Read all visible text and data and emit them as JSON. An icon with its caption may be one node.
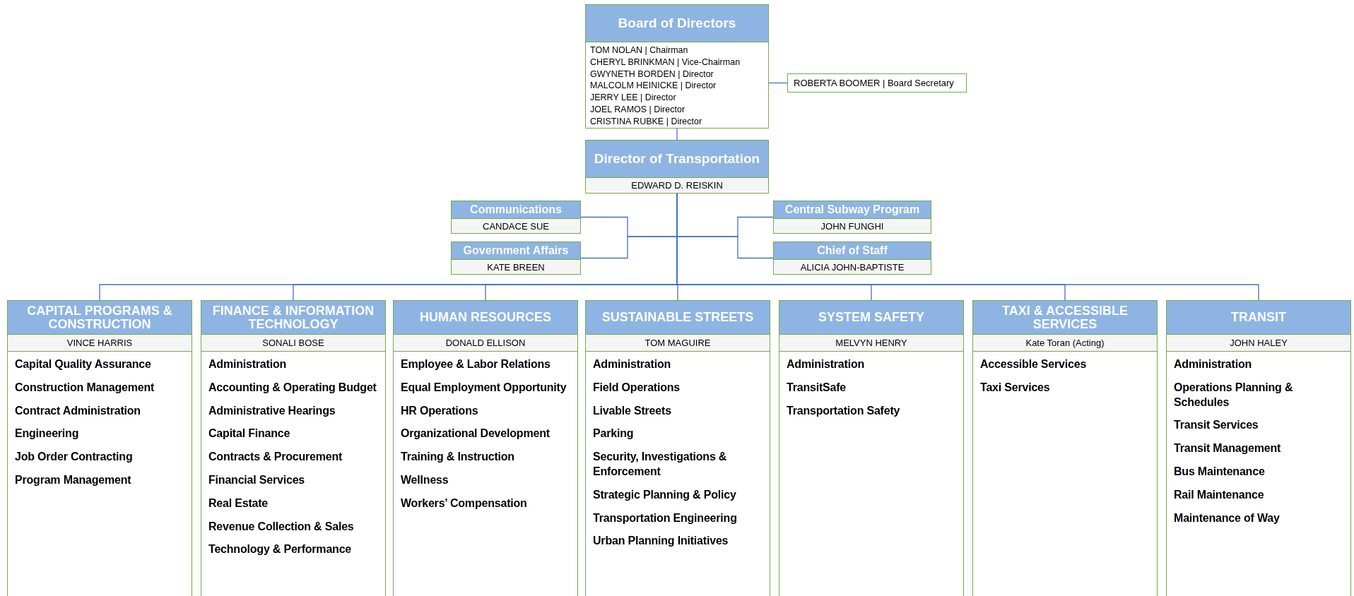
{
  "diagram": {
    "nodes": [
      {
        "text": [
          "Board of Directors",
          "TOM NOLAN | Chairman",
          "CHERYL BRINKMAN | Vice-Chairman",
          "GWYNETH BORDEN | Director",
          "MALCOLM HEINICKE | Director",
          "JERRY LEE | Director",
          "JOEL RAMOS | Director",
          "CRISTINA RUBKE | Director"
        ]
      },
      {
        "text": [
          "ROBERTA BOOMER | Board Secretary"
        ]
      },
      {
        "text": [
          "Director of Transportation",
          "EDWARD D. REISKIN"
        ]
      },
      {
        "text": [
          "Communications",
          "CANDACE SUE"
        ]
      },
      {
        "text": [
          "Government Affairs",
          "KATE BREEN"
        ]
      },
      {
        "text": [
          "Central Subway Program",
          "JOHN FUNGHI"
        ]
      },
      {
        "text": [
          "Chief of Staff",
          "ALICIA JOHN-BAPTISTE"
        ]
      },
      {
        "text": [
          "CAPITAL PROGRAMS & CONSTRUCTION",
          "VINCE HARRIS",
          "Capital Quality Assurance",
          "Construction Management",
          "Contract Administration",
          "Engineering",
          "Job Order Contracting",
          "Program Management"
        ]
      },
      {
        "text": [
          "FINANCE & INFORMATION TECHNOLOGY",
          "SONALI BOSE",
          "Administration",
          "Accounting & Operating Budget",
          "Administrative Hearings",
          "Capital Finance",
          "Contracts & Procurement",
          "Financial Services",
          "Real Estate",
          "Revenue Collection & Sales",
          "Technology & Performance"
        ]
      },
      {
        "text": [
          "HUMAN RESOURCES",
          "DONALD ELLISON",
          "Employee & Labor Relations",
          "Equal Employment Opportunity",
          "HR Operations",
          "Organizational Development",
          "Training & Instruction",
          "Wellness",
          "Workers’ Compensation"
        ]
      },
      {
        "text": [
          "SUSTAINABLE STREETS",
          "TOM MAGUIRE",
          "Administration",
          "Field Operations",
          "Livable Streets",
          "Parking",
          "Security, Investigations & Enforcement",
          "Strategic Planning & Policy",
          "Transportation Engineering",
          "Urban Planning Initiatives"
        ]
      },
      {
        "text": [
          "SYSTEM SAFETY",
          "MELVYN HENRY",
          "Administration",
          "TransitSafe",
          "Transportation Safety"
        ]
      },
      {
        "text": [
          "TAXI & ACCESSIBLE SERVICES",
          "Kate Toran (Acting)",
          "Accessible Services",
          "Taxi Services"
        ]
      },
      {
        "text": [
          "TRANSIT",
          "JOHN HALEY",
          "Administration",
          "Operations Planning & Schedules",
          "Transit Services",
          "Transit Management",
          "Bus Maintenance",
          "Rail Maintenance",
          "Maintenance of Way"
        ]
      }
    ],
    "edges": [
      {
        "from": 0,
        "to": 1,
        "arrow": "none"
      },
      {
        "from": 0,
        "to": 2,
        "arrow": "none"
      },
      {
        "from": 2,
        "to": 3,
        "arrow": "none"
      },
      {
        "from": 2,
        "to": 4,
        "arrow": "none"
      },
      {
        "from": 2,
        "to": 5,
        "arrow": "none"
      },
      {
        "from": 2,
        "to": 6,
        "arrow": "none"
      },
      {
        "from": 2,
        "to": 7,
        "arrow": "none"
      },
      {
        "from": 2,
        "to": 8,
        "arrow": "none"
      },
      {
        "from": 2,
        "to": 9,
        "arrow": "none"
      },
      {
        "from": 2,
        "to": 10,
        "arrow": "none"
      },
      {
        "from": 2,
        "to": 11,
        "arrow": "none"
      },
      {
        "from": 2,
        "to": 12,
        "arrow": "none"
      },
      {
        "from": 2,
        "to": 13,
        "arrow": "none"
      }
    ]
  }
}
